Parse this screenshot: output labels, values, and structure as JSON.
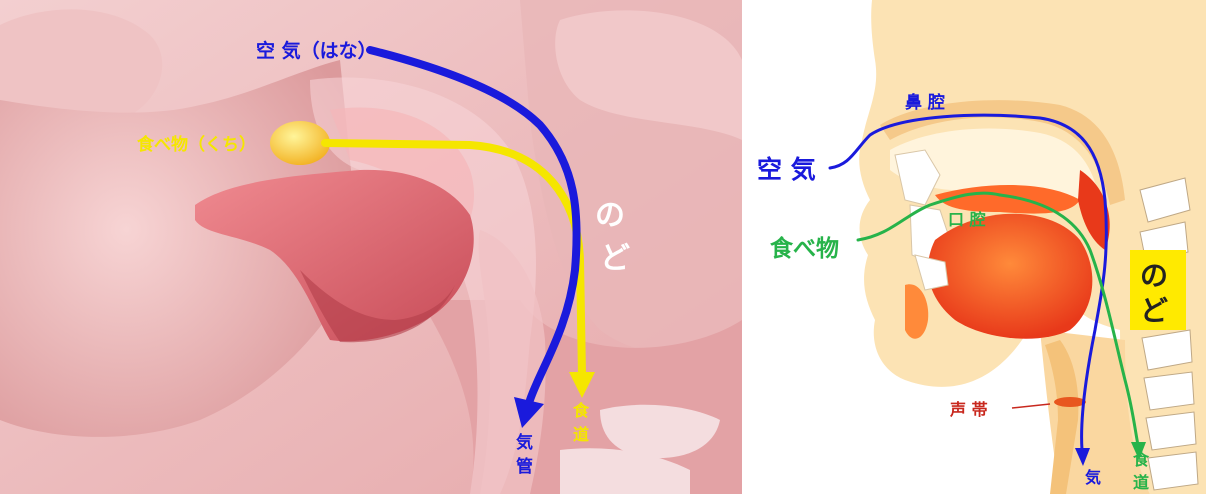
{
  "left_panel": {
    "air_label": "空 気（はな）",
    "food_label": "食べ物（くち）",
    "throat_label_1": "の",
    "throat_label_2": "ど",
    "trachea_1": "気",
    "trachea_2": "管",
    "esophagus_1": "食",
    "esophagus_2": "道"
  },
  "right_panel": {
    "nasal_cavity": "鼻 腔",
    "air": "空 気",
    "oral_cavity": "口 腔",
    "food": "食べ物",
    "throat_1": "の",
    "throat_2": "ど",
    "vocal_cords": "声 帯",
    "trachea": "気",
    "esophagus_1": "食",
    "esophagus_2": "道"
  },
  "colors": {
    "air_path": "#1a1adc",
    "food_path_left": "#f5e600",
    "food_path_right": "#27b34a",
    "label_red": "#c8281e",
    "throat_highlight": "#ffea00"
  }
}
